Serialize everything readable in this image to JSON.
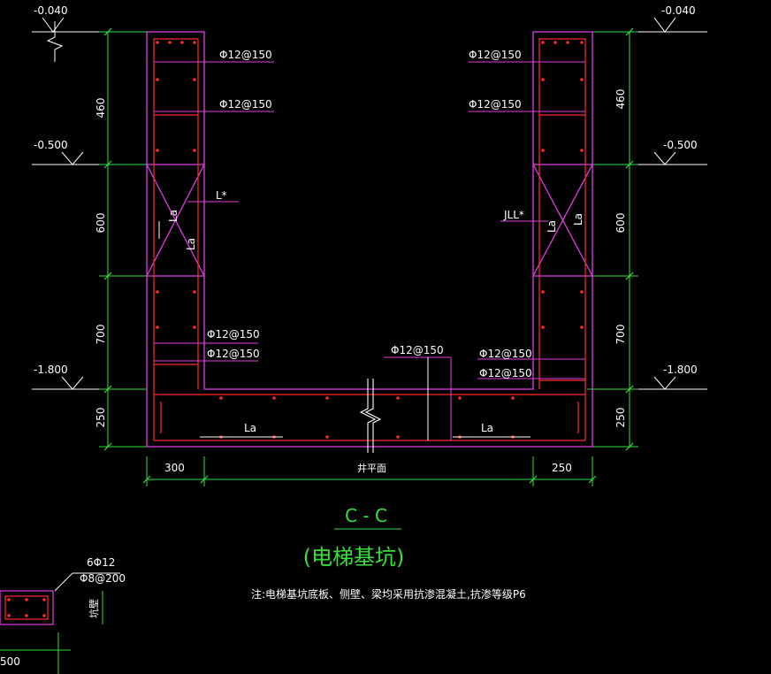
{
  "colors": {
    "background": "#000000",
    "outline": "#e23ce6",
    "rebar": "#ff2a2a",
    "dimension": "#35e23a",
    "annotation": "#ffffff"
  },
  "elevations": {
    "top_left": "-0.040",
    "top_right": "-0.040",
    "mid_left": "-0.500",
    "mid_right": "-0.500",
    "bottom_left": "-1.800",
    "bottom_right": "-1.800"
  },
  "dimensions": {
    "vertical": [
      "460",
      "600",
      "700",
      "250"
    ],
    "bottom_left": "300",
    "bottom_right": "250",
    "pit_line": "井平面",
    "detail": "500"
  },
  "rebar_labels": {
    "left_wall_top": "Φ12@150",
    "left_wall_upper": "Φ12@150",
    "left_wall_lower_1": "Φ12@150",
    "left_wall_lower_2": "Φ12@150",
    "bottom_slab_top": "Φ12@150",
    "right_wall_top": "Φ12@150",
    "right_wall_upper": "Φ12@150",
    "right_wall_lower_1": "Φ12@150",
    "right_wall_lower_2": "Φ12@150"
  },
  "beam_tags": {
    "left": "L*",
    "right": "JLL*"
  },
  "anchor_labels": {
    "la": "La"
  },
  "title": {
    "section": "C - C",
    "name": "(电梯基坑)",
    "note": "注:电梯基坑底板、侧壁、梁均采用抗渗混凝土,抗渗等级P6"
  },
  "detail_box": {
    "main_bars": "6Φ12",
    "stirrups": "Φ8@200",
    "side_label": "坑壁"
  }
}
